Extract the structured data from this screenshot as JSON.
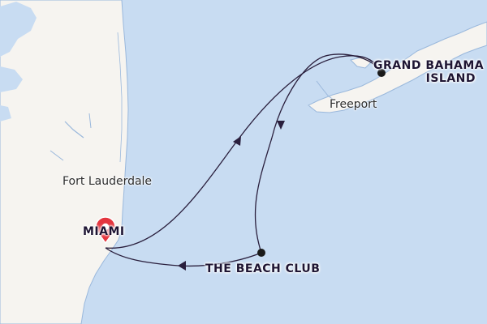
{
  "map": {
    "colors": {
      "water": "#c8dcf2",
      "land": "#f6f4f0",
      "coast": "#9ab8dc",
      "route": "#2a1f3d",
      "port_marker": "#1a1a1a",
      "home_marker": "#e4353e"
    },
    "places": [
      {
        "id": "fort-lauderdale",
        "label": "Fort Lauderdale"
      },
      {
        "id": "freeport",
        "label": "Freeport"
      }
    ],
    "ports": [
      {
        "id": "miami",
        "label": "MIAMI",
        "marker": "home-pin"
      },
      {
        "id": "grand-bahama",
        "label_line1": "GRAND BAHAMA",
        "label_line2": "ISLAND",
        "marker": "dot"
      },
      {
        "id": "beach-club",
        "label": "THE BEACH CLUB",
        "marker": "dot"
      }
    ],
    "route": {
      "stops": [
        "MIAMI",
        "GRAND BAHAMA ISLAND",
        "THE BEACH CLUB",
        "MIAMI"
      ]
    }
  }
}
